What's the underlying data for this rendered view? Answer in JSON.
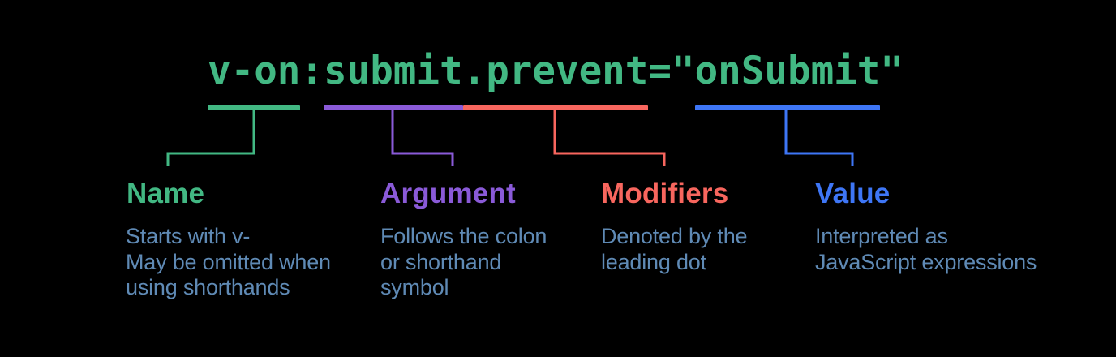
{
  "background": "#000000",
  "colors": {
    "background": "#000000",
    "green": "#42b883",
    "purple": "#8a5ad8",
    "red": "#f8665e",
    "blue": "#3e76f6",
    "slate": "#5f8ab5"
  },
  "code": {
    "full": "v-on:submit.prevent=\"onSubmit\"",
    "segments": {
      "name": "v-on",
      "colon": ":",
      "argument": "submit",
      "modifiers": ".prevent",
      "equals_quote": "=\"",
      "value": "onSubmit",
      "closing_quote": "\""
    }
  },
  "columns": [
    {
      "id": "name",
      "label": "Name",
      "color": "#42b883",
      "description": [
        "Starts with v-",
        "May be omitted when",
        "using shorthands"
      ]
    },
    {
      "id": "argument",
      "label": "Argument",
      "color": "#8a5ad8",
      "description": [
        "Follows the colon",
        "or shorthand",
        "symbol"
      ]
    },
    {
      "id": "modifiers",
      "label": "Modifiers",
      "color": "#f8665e",
      "description": [
        "Denoted by the",
        "leading dot"
      ]
    },
    {
      "id": "value",
      "label": "Value",
      "color": "#3e76f6",
      "description": [
        "Interpreted as",
        "JavaScript expressions"
      ]
    }
  ]
}
